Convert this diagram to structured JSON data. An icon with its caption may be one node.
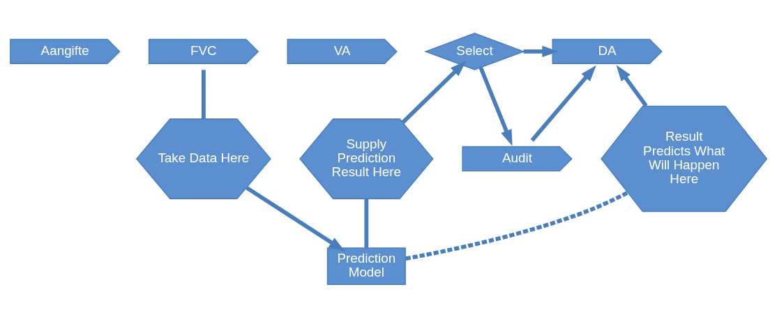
{
  "diagram": {
    "nodes": [
      {
        "text": [
          "Aangifte"
        ]
      },
      {
        "text": [
          "FVC"
        ]
      },
      {
        "text": [
          "VA"
        ]
      },
      {
        "text": [
          "Select"
        ]
      },
      {
        "text": [
          "DA"
        ]
      },
      {
        "text": [
          "Audit"
        ]
      },
      {
        "text": [
          "Take Data Here"
        ]
      },
      {
        "text": [
          "Supply Prediction Result Here"
        ]
      },
      {
        "text": [
          "Result Predicts What Will Happen Here"
        ]
      },
      {
        "text": [
          "Prediction Model"
        ]
      }
    ],
    "edges": [
      {
        "from": 3,
        "to": 4,
        "arrow": "to"
      },
      {
        "from": 3,
        "to": 5,
        "arrow": "to"
      },
      {
        "from": 5,
        "to": 4,
        "arrow": "to"
      },
      {
        "from": 1,
        "to": 6,
        "arrow": "none"
      },
      {
        "from": 6,
        "to": 9,
        "arrow": "to"
      },
      {
        "from": 9,
        "to": 7,
        "arrow": "none"
      },
      {
        "from": 7,
        "to": 3,
        "arrow": "to"
      },
      {
        "from": 9,
        "to": 8,
        "arrow": "none",
        "style": "dashed"
      },
      {
        "from": 8,
        "to": 4,
        "arrow": "to"
      }
    ]
  }
}
